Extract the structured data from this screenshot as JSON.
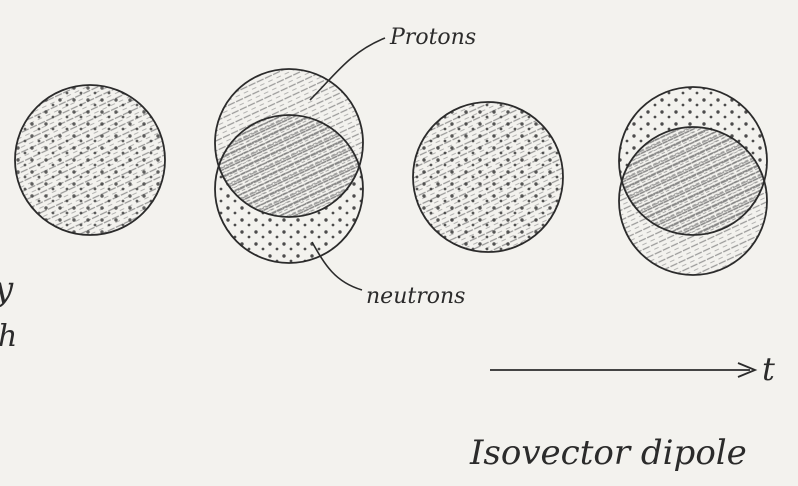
{
  "diagram": {
    "labels": {
      "protons": "Protons",
      "neutrons": "neutrons",
      "time_axis": "t",
      "caption": "Isovector dipole",
      "edge_fragment_1": "y",
      "edge_fragment_2": "h"
    },
    "frames": [
      {
        "kind": "mixed"
      },
      {
        "kind": "separated",
        "proton_offset": "up",
        "neutron_offset": "down"
      },
      {
        "kind": "mixed"
      },
      {
        "kind": "separated",
        "proton_offset": "down",
        "neutron_offset": "up"
      }
    ],
    "colors": {
      "paper": "#f3f2ee",
      "ink": "#2b2b2b",
      "shading": "#6d6d6d"
    }
  }
}
